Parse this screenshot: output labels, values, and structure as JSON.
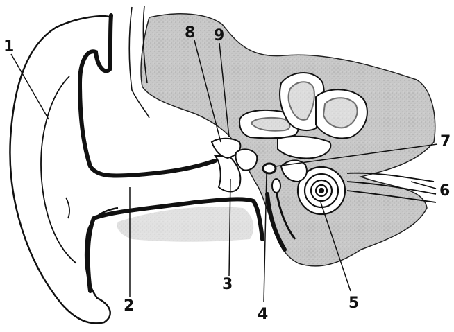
{
  "diagram": {
    "labels": [
      {
        "id": "l1",
        "text": "1"
      },
      {
        "id": "l2",
        "text": "2"
      },
      {
        "id": "l3",
        "text": "3"
      },
      {
        "id": "l4",
        "text": "4"
      },
      {
        "id": "l5",
        "text": "5"
      },
      {
        "id": "l6",
        "text": "6"
      },
      {
        "id": "l7",
        "text": "7"
      },
      {
        "id": "l8",
        "text": "8"
      },
      {
        "id": "l9",
        "text": "9"
      }
    ],
    "colors": {
      "ink": "#111111",
      "bone_shade": "#c9c9c9",
      "paper": "#ffffff"
    }
  }
}
